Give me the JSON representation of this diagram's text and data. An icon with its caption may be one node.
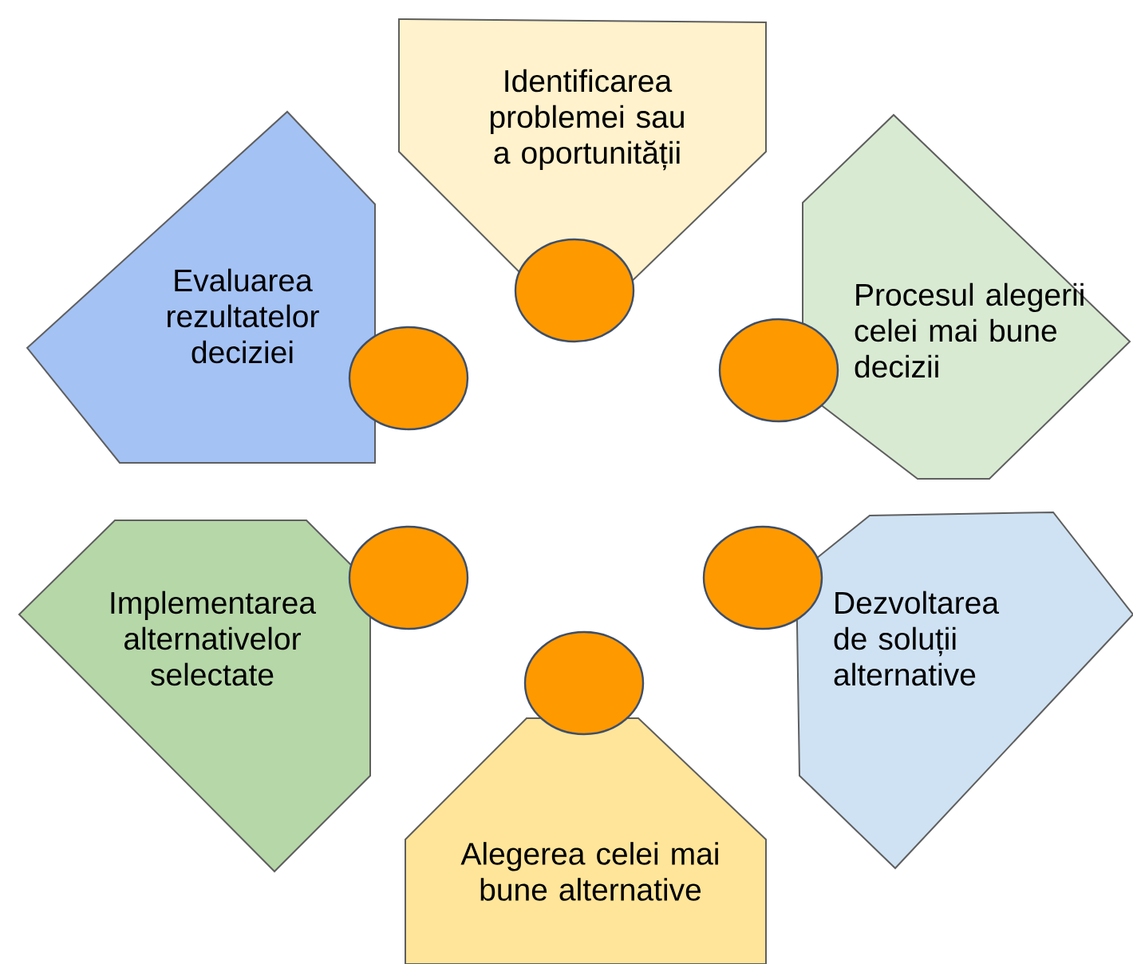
{
  "diagram": {
    "nodes": [
      {
        "text": [
          "Identificarea problemei sau a oportunității"
        ]
      },
      {
        "text": [
          "Procesul alegerii celei mai bune decizii"
        ]
      },
      {
        "text": [
          "Dezvoltarea de soluții alternative"
        ]
      },
      {
        "text": [
          "Alegerea celei mai bune alternative"
        ]
      },
      {
        "text": [
          "Implementarea alternativelor selectate"
        ]
      },
      {
        "text": [
          "Evaluarea rezultatelor deciziei"
        ]
      },
      {
        "text": [],
        "shape": "circle"
      },
      {
        "text": [],
        "shape": "circle"
      },
      {
        "text": [],
        "shape": "circle"
      },
      {
        "text": [],
        "shape": "circle"
      },
      {
        "text": [],
        "shape": "circle"
      },
      {
        "text": [],
        "shape": "circle"
      }
    ]
  }
}
